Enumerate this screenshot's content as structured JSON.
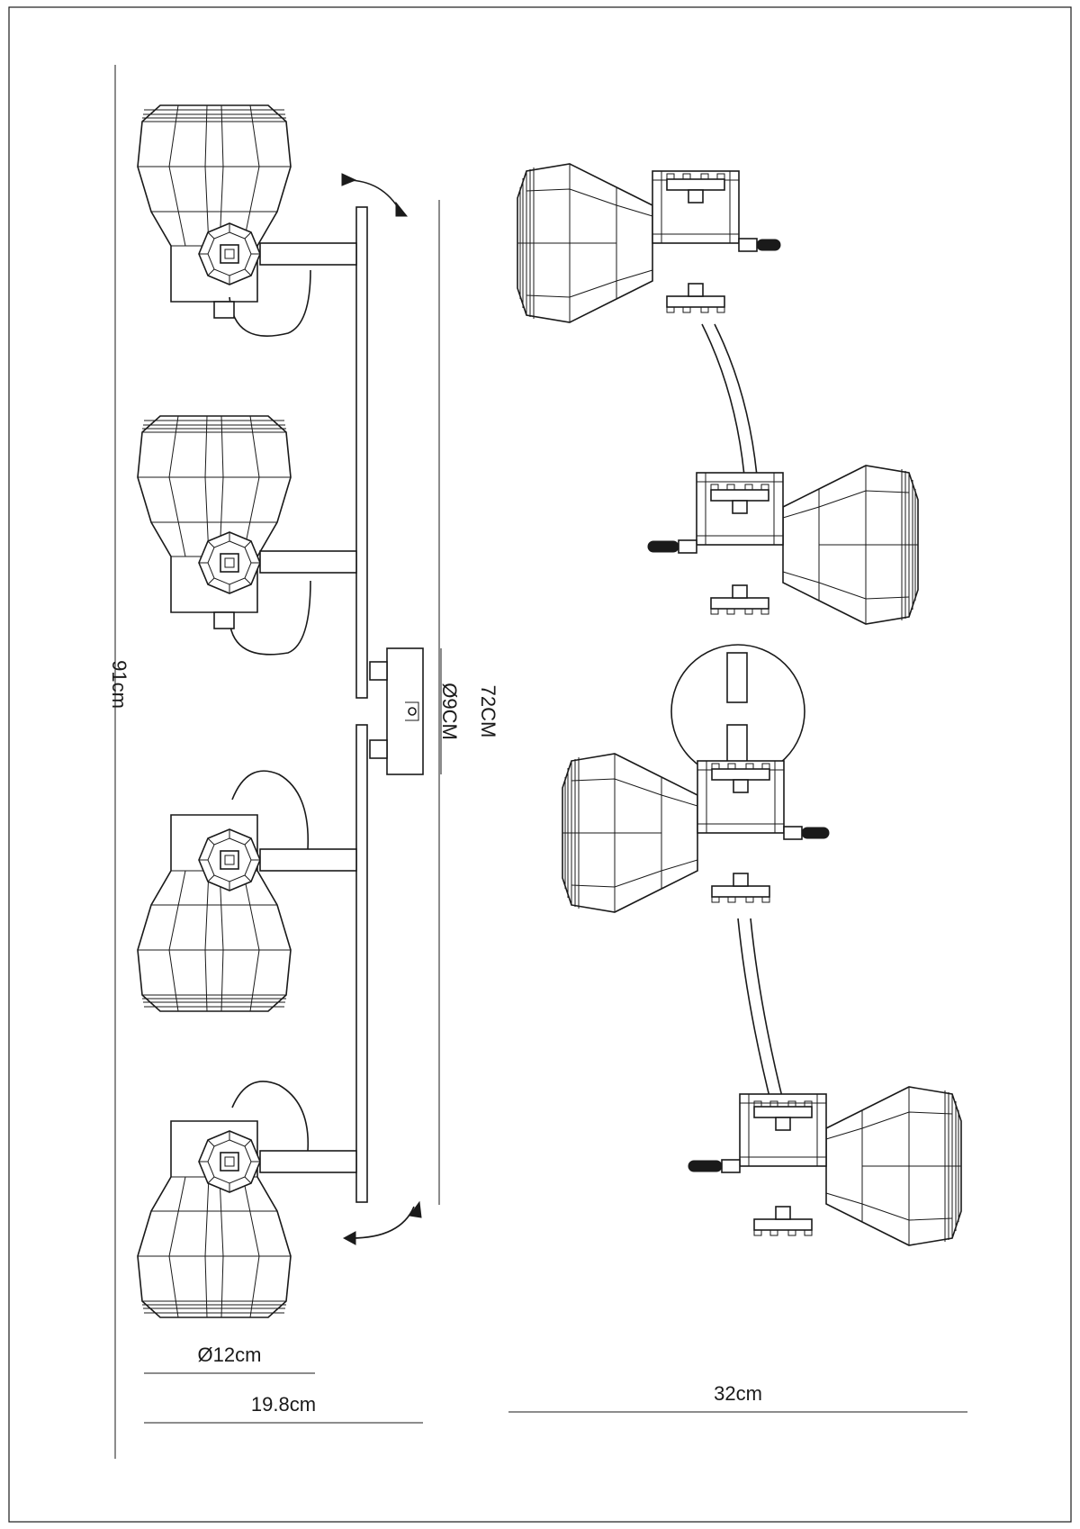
{
  "dimensions": {
    "total_height": "91cm",
    "bar_length": "72CM",
    "base_diameter": "Ø9CM",
    "width_side": "32cm",
    "shade_diameter": "Ø12cm",
    "depth": "19.8cm"
  }
}
